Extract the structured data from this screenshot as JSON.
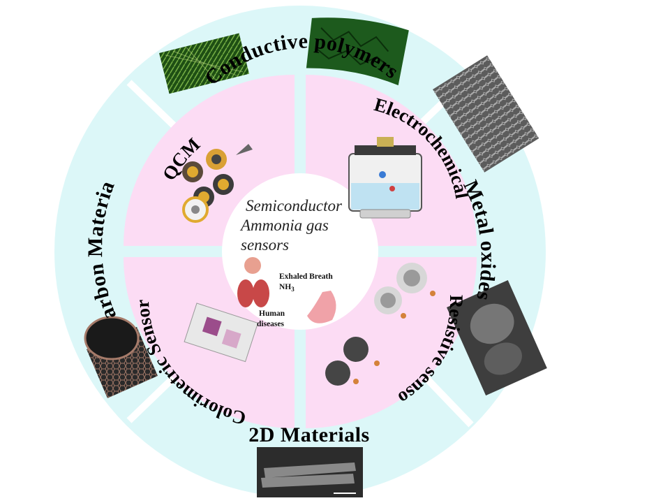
{
  "center": {
    "title_lines": [
      "Semiconductor",
      "Ammonia gas",
      "sensors"
    ],
    "exhaled_breath": "Exhaled   Breath",
    "nh3_base": "NH",
    "nh3_sub": "3",
    "human_line1": "Human",
    "human_line2": "diseases"
  },
  "outer_labels": {
    "conductive_polymers": "Conductive polymers",
    "metal_oxides": "Metal oxides",
    "two_d_materials": "2D Materials",
    "carbon_materials": "Carbon Materials"
  },
  "inner_labels": {
    "qcm": "QCM",
    "electrochemical": "Electrochemical",
    "resistive_sensor": "Resistive sensor",
    "colorimetric_sensor": "Colorimetric Sensor"
  },
  "colors": {
    "outer_ring": "#dcf7f8",
    "inner_quadrant": "#fcdcf4",
    "polymer_green": "#1d5a1d",
    "sem_gray": "#6a6a6a"
  }
}
